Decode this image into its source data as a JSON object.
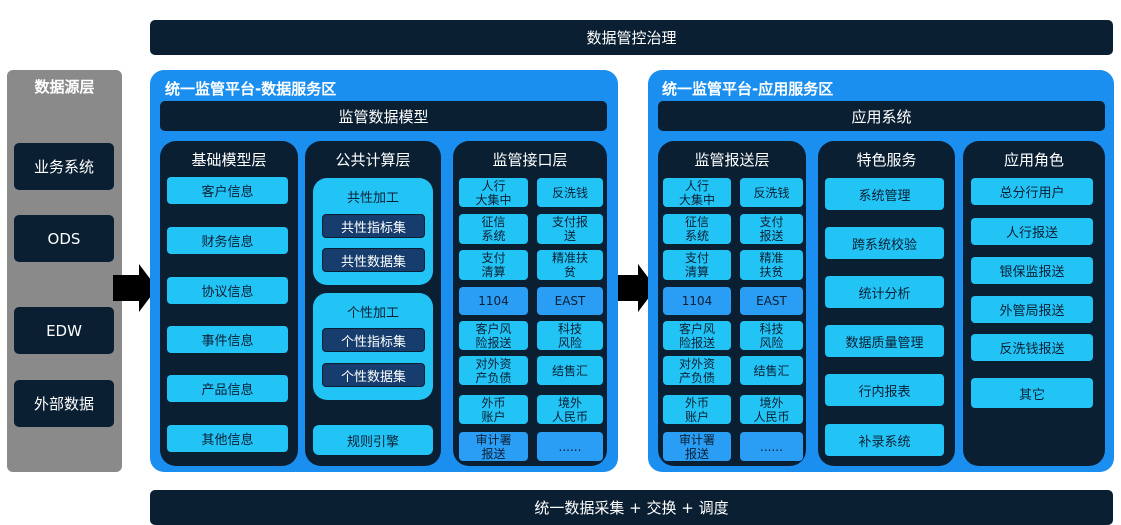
{
  "top_bar": "数据管控治理",
  "bottom_bar": "统一数据采集 + 交换 + 调度",
  "source": {
    "title": "数据源层",
    "items": [
      "业务系统",
      "ODS",
      "EDW",
      "外部数据"
    ]
  },
  "data_zone": {
    "title": "统一监管平台-数据服务区",
    "model_bar": "监管数据模型",
    "basic": {
      "title": "基础模型层",
      "items": [
        "客户信息",
        "财务信息",
        "协议信息",
        "事件信息",
        "产品信息",
        "其他信息"
      ]
    },
    "compute": {
      "title": "公共计算层",
      "common": {
        "title": "共性加工",
        "items": [
          "共性指标集",
          "共性数据集"
        ]
      },
      "custom": {
        "title": "个性加工",
        "items": [
          "个性指标集",
          "个性数据集"
        ]
      },
      "rule": "规则引擎"
    },
    "interface": {
      "title": "监管接口层",
      "items": [
        "人行\n大集中",
        "反洗钱",
        "征信\n系统",
        "支付报\n送",
        "支付\n清算",
        "精准扶\n贫",
        "1104",
        "EAST",
        "客户风\n险报送",
        "科技\n风险",
        "对外资\n产负债",
        "结售汇",
        "外币\n账户",
        "境外\n人民币",
        "审计署\n报送",
        "......"
      ]
    }
  },
  "app_zone": {
    "title": "统一监管平台-应用服务区",
    "app_bar": "应用系统",
    "report": {
      "title": "监管报送层",
      "items": [
        "人行\n大集中",
        "反洗钱",
        "征信\n系统",
        "支付\n报送",
        "支付\n清算",
        "精准\n扶贫",
        "1104",
        "EAST",
        "客户风\n险报送",
        "科技\n风险",
        "对外资\n产负债",
        "结售汇",
        "外币\n账户",
        "境外\n人民币",
        "审计署\n报送",
        "......"
      ]
    },
    "special": {
      "title": "特色服务",
      "items": [
        "系统管理",
        "跨系统校验",
        "统计分析",
        "数据质量管理",
        "行内报表",
        "补录系统"
      ]
    },
    "roles": {
      "title": "应用角色",
      "items": [
        "总分行用户",
        "人行报送",
        "银保监报送",
        "外管局报送",
        "反洗钱报送",
        "其它"
      ]
    }
  },
  "colors": {
    "panel": "#1a8ff0",
    "dark": "#0b1f33",
    "cyan": "#22c4f6",
    "mid": "#2a9df4",
    "gray": "#8a8a8a"
  }
}
